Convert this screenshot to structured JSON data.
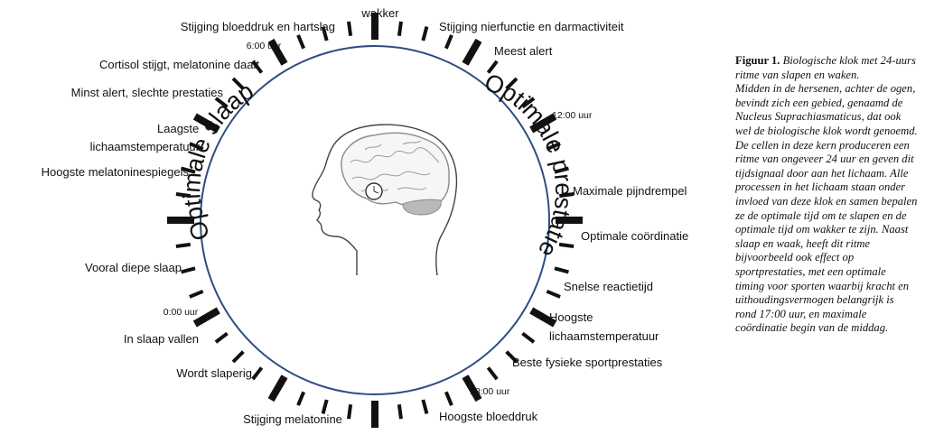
{
  "labels": {
    "wakker": "wakker",
    "bloeddruk_hartslag": "Stijging bloeddruk en hartslag",
    "nierfunctie": "Stijging nierfunctie en darmactiviteit",
    "meest_alert": "Meest alert",
    "cortisol": "Cortisol stijgt, melatonine daalt",
    "minst_alert": "Minst alert, slechte prestaties",
    "laagste_temp_1": "Laagste",
    "laagste_temp_2": "lichaamstemperatuur",
    "hoogste_melatonine": "Hoogste melatoninespiegels",
    "pijndrempel": "Maximale pijndrempel",
    "coordinatie": "Optimale coördinatie",
    "diepe_slaap": "Vooral diepe slaap",
    "reactietijd": "Snelse reactietijd",
    "hoogste_temp_1": "Hoogste",
    "hoogste_temp_2": "lichaamstemperatuur",
    "in_slaap": "In slaap vallen",
    "slaperig": "Wordt slaperig",
    "sportprestaties": "Beste fysieke sportprestaties",
    "melatonine": "Stijging melatonine",
    "bloeddruk": "Hoogste bloeddruk"
  },
  "times": {
    "t6": "6:00 uur",
    "t12": "12:00 uur",
    "t0": "0:00 uur",
    "t18": "18:00 uur"
  },
  "arcs": {
    "slaap": "Optimale slaap",
    "prestatie": "Optimale prestatie"
  },
  "caption": {
    "title": "Figuur 1.",
    "title_text": "Biologische klok met 24-uurs ritme van slapen en waken.",
    "body": "Midden in de hersenen, achter de ogen, bevindt zich een gebied, genaamd de Nucleus Suprachiasmaticus, dat ook wel de biologische klok wordt genoemd. De cellen in deze kern produceren een ritme van ongeveer 24 uur en geven dit tijdsignaal door aan het lichaam. Alle processen in het lichaam staan onder invloed van deze klok en samen bepalen ze de optimale tijd om te slapen en de optimale tijd om wakker te zijn. Naast slaap en waak, heeft dit ritme bijvoorbeeld ook effect op sportprestaties, met een optimale timing voor sporten waarbij kracht en uithoudingsvermogen belangrijk is rond 17:00 uur, en maximale coördinatie begin van de middag."
  },
  "colors": {
    "ring": "#2e4d82",
    "ticks": "#111111",
    "brain": "#8a8a8a",
    "cerebellum": "#b9b9b9"
  }
}
